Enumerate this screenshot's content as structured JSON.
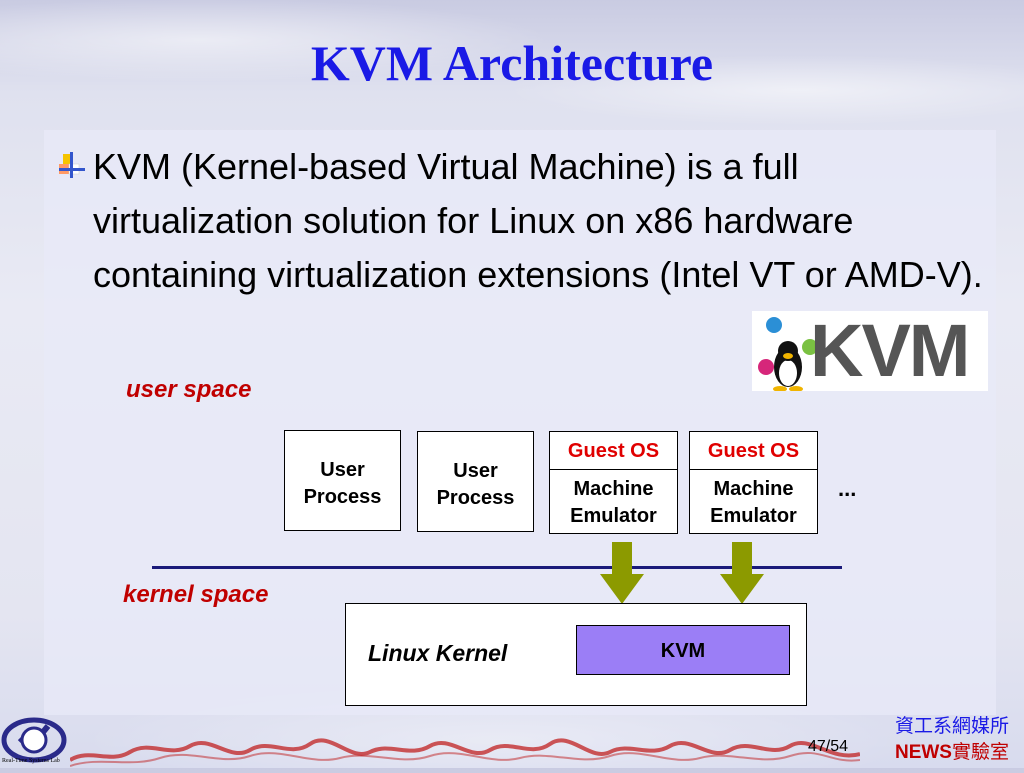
{
  "slide": {
    "title": "KVM Architecture",
    "bullet": "KVM (Kernel-based Virtual Machine) is a full virtualization solution for Linux on x86 hardware containing virtualization extensions (Intel VT or AMD-V).",
    "logo_text": "KVM"
  },
  "diagram": {
    "user_space_label": "user space",
    "kernel_space_label": "kernel space",
    "user_process_1": "User Process",
    "user_process_2": "User Process",
    "guest_1": {
      "os": "Guest OS",
      "emulator": "Machine Emulator"
    },
    "guest_2": {
      "os": "Guest OS",
      "emulator": "Machine Emulator"
    },
    "ellipsis": "...",
    "kernel_label": "Linux Kernel",
    "kvm_module": "KVM"
  },
  "footer": {
    "page_current": "47",
    "page_total": "/54",
    "dept_line1": "資工系網媒所",
    "dept_news": "NEWS",
    "dept_lab": "實驗室",
    "lab_caption": "Real-Time Systems Lab"
  },
  "colors": {
    "title": "#1a1ae6",
    "space_label": "#c00000",
    "guest_os": "#e00000",
    "kvm_module": "#9b7ef6",
    "arrow": "#8c9a00"
  }
}
